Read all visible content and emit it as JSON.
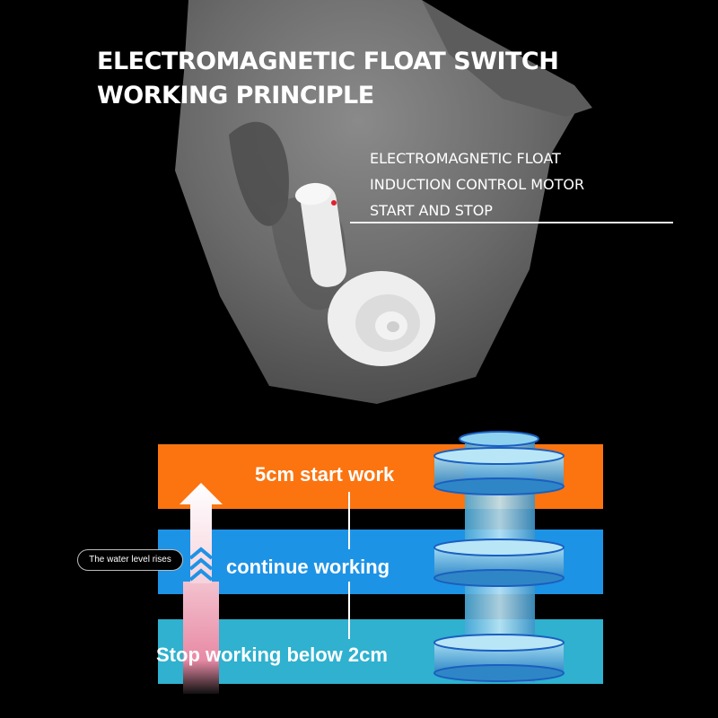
{
  "title": {
    "line1": "ELECTROMAGNETIC FLOAT SWITCH",
    "line2": "WORKING PRINCIPLE"
  },
  "callout": {
    "line1": "ELECTROMAGNETIC FLOAT",
    "line2": "INDUCTION CONTROL MOTOR",
    "line3": "START AND STOP"
  },
  "levels": {
    "high": "5cm start work",
    "mid": "continue working",
    "low": "Stop working below 2cm"
  },
  "indicator": {
    "label": "The water level rises"
  },
  "colors": {
    "orange_band": "#fb7410",
    "blue_band": "#1d93e6",
    "cyan_band": "#2fb1cf",
    "background": "#000000"
  },
  "icons": {
    "arrow": "up-arrow-icon",
    "chevrons": "double-chevron-up-icon",
    "float": "float-switch-icon"
  }
}
